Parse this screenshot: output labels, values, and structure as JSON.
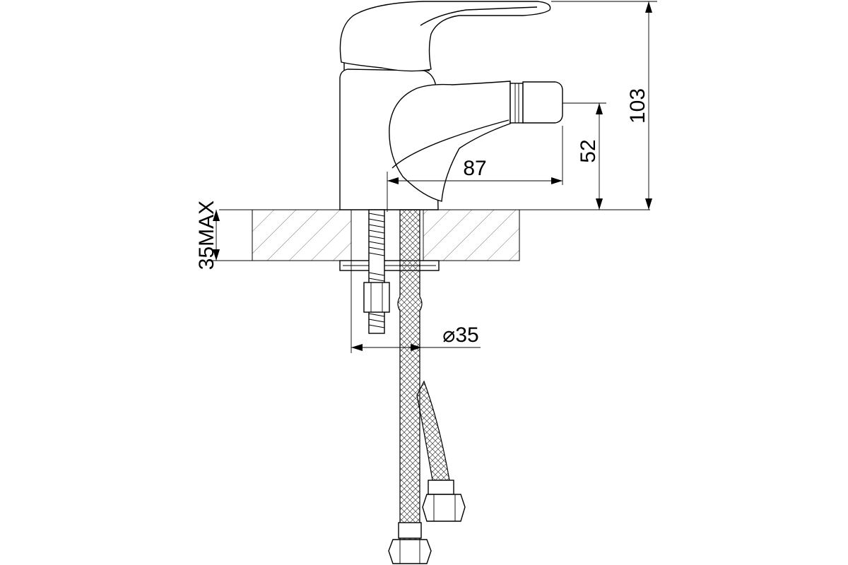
{
  "drawing": {
    "dimensions": {
      "overall_height": "103",
      "spout_height": "52",
      "spout_reach": "87",
      "deck_thickness": "35MAX",
      "hole_diameter": "⌀35"
    }
  }
}
